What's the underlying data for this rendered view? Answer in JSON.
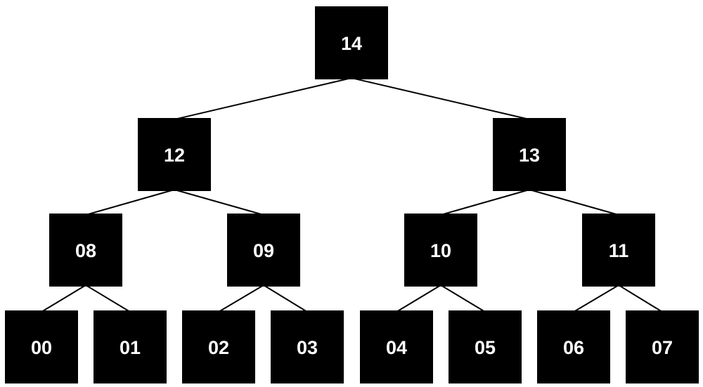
{
  "tree": {
    "nodes": [
      {
        "id": "14",
        "label": "14"
      },
      {
        "id": "12",
        "label": "12"
      },
      {
        "id": "13",
        "label": "13"
      },
      {
        "id": "08",
        "label": "08"
      },
      {
        "id": "09",
        "label": "09"
      },
      {
        "id": "10",
        "label": "10"
      },
      {
        "id": "11",
        "label": "11"
      },
      {
        "id": "00",
        "label": "00"
      },
      {
        "id": "01",
        "label": "01"
      },
      {
        "id": "02",
        "label": "02"
      },
      {
        "id": "03",
        "label": "03"
      },
      {
        "id": "04",
        "label": "04"
      },
      {
        "id": "05",
        "label": "05"
      },
      {
        "id": "06",
        "label": "06"
      },
      {
        "id": "07",
        "label": "07"
      }
    ],
    "edges": [
      [
        "14",
        "12"
      ],
      [
        "14",
        "13"
      ],
      [
        "12",
        "08"
      ],
      [
        "12",
        "09"
      ],
      [
        "13",
        "10"
      ],
      [
        "13",
        "11"
      ],
      [
        "08",
        "00"
      ],
      [
        "08",
        "01"
      ],
      [
        "09",
        "02"
      ],
      [
        "09",
        "03"
      ],
      [
        "10",
        "04"
      ],
      [
        "10",
        "05"
      ],
      [
        "11",
        "06"
      ],
      [
        "11",
        "07"
      ]
    ],
    "colors": {
      "node_fill": "#000000",
      "node_text": "#ffffff",
      "edge": "#000000",
      "background": "#ffffff"
    }
  }
}
